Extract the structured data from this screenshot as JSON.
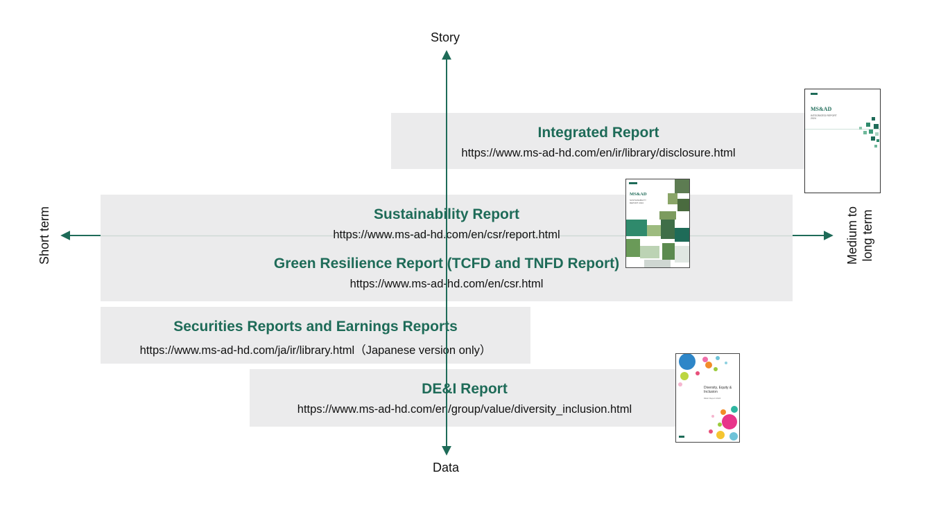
{
  "axes": {
    "top": "Story",
    "bottom": "Data",
    "left": "Short term",
    "right_line1": "Medium to",
    "right_line2": "long term"
  },
  "reports": {
    "integrated": {
      "title": "Integrated Report",
      "url": "https://www.ms-ad-hd.com/en/ir/library/disclosure.html"
    },
    "sustainability": {
      "title": "Sustainability Report",
      "url": "https://www.ms-ad-hd.com/en/csr/report.html"
    },
    "green": {
      "title": "Green Resilience Report (TCFD and TNFD Report)",
      "url": "https://www.ms-ad-hd.com/en/csr.html"
    },
    "securities": {
      "title": "Securities Reports and Earnings Reports",
      "url": "https://www.ms-ad-hd.com/ja/ir/library.html（Japanese version only）"
    },
    "dei": {
      "title": "DE&I Report",
      "url": "https://www.ms-ad-hd.com/en/group/value/diversity_inclusion.html"
    }
  },
  "covers": {
    "integrated": {
      "brand": "MS&AD",
      "subtitle": "INTEGRATED REPORT 2024"
    },
    "sustainability": {
      "brand": "MS&AD",
      "subtitle": "SUSTAINABILITY REPORT 2024"
    },
    "dei": {
      "heading": "Diversity, Equity & Inclusion",
      "subtitle": "DE&I Report 2024"
    }
  },
  "colors": {
    "accent": "#1e6b58",
    "panel": "#ebebec"
  }
}
